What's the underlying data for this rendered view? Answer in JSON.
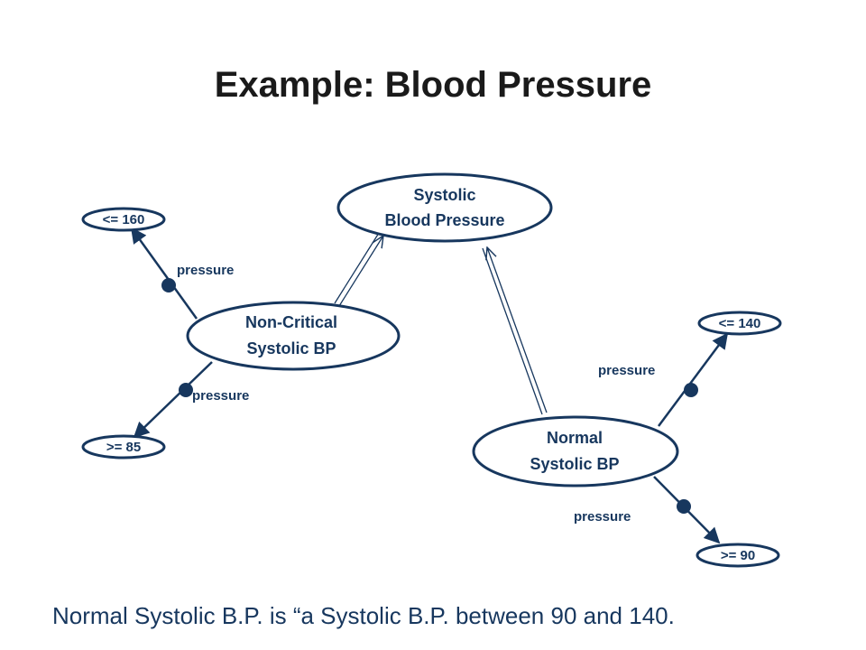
{
  "title": "Example: Blood Pressure",
  "nodes": {
    "systolic_bp": [
      "Systolic",
      "Blood Pressure"
    ],
    "non_critical": [
      "Non-Critical",
      "Systolic BP"
    ],
    "normal": [
      "Normal",
      "Systolic BP"
    ]
  },
  "values": {
    "noncrit_max": "<= 160",
    "noncrit_min": ">= 85",
    "normal_max": "<= 140",
    "normal_min": ">= 90"
  },
  "edge_label": "pressure",
  "caption": "Normal Systolic B.P. is “a Systolic B.P. between 90 and 140.",
  "colors": {
    "primary": "#17375e"
  }
}
